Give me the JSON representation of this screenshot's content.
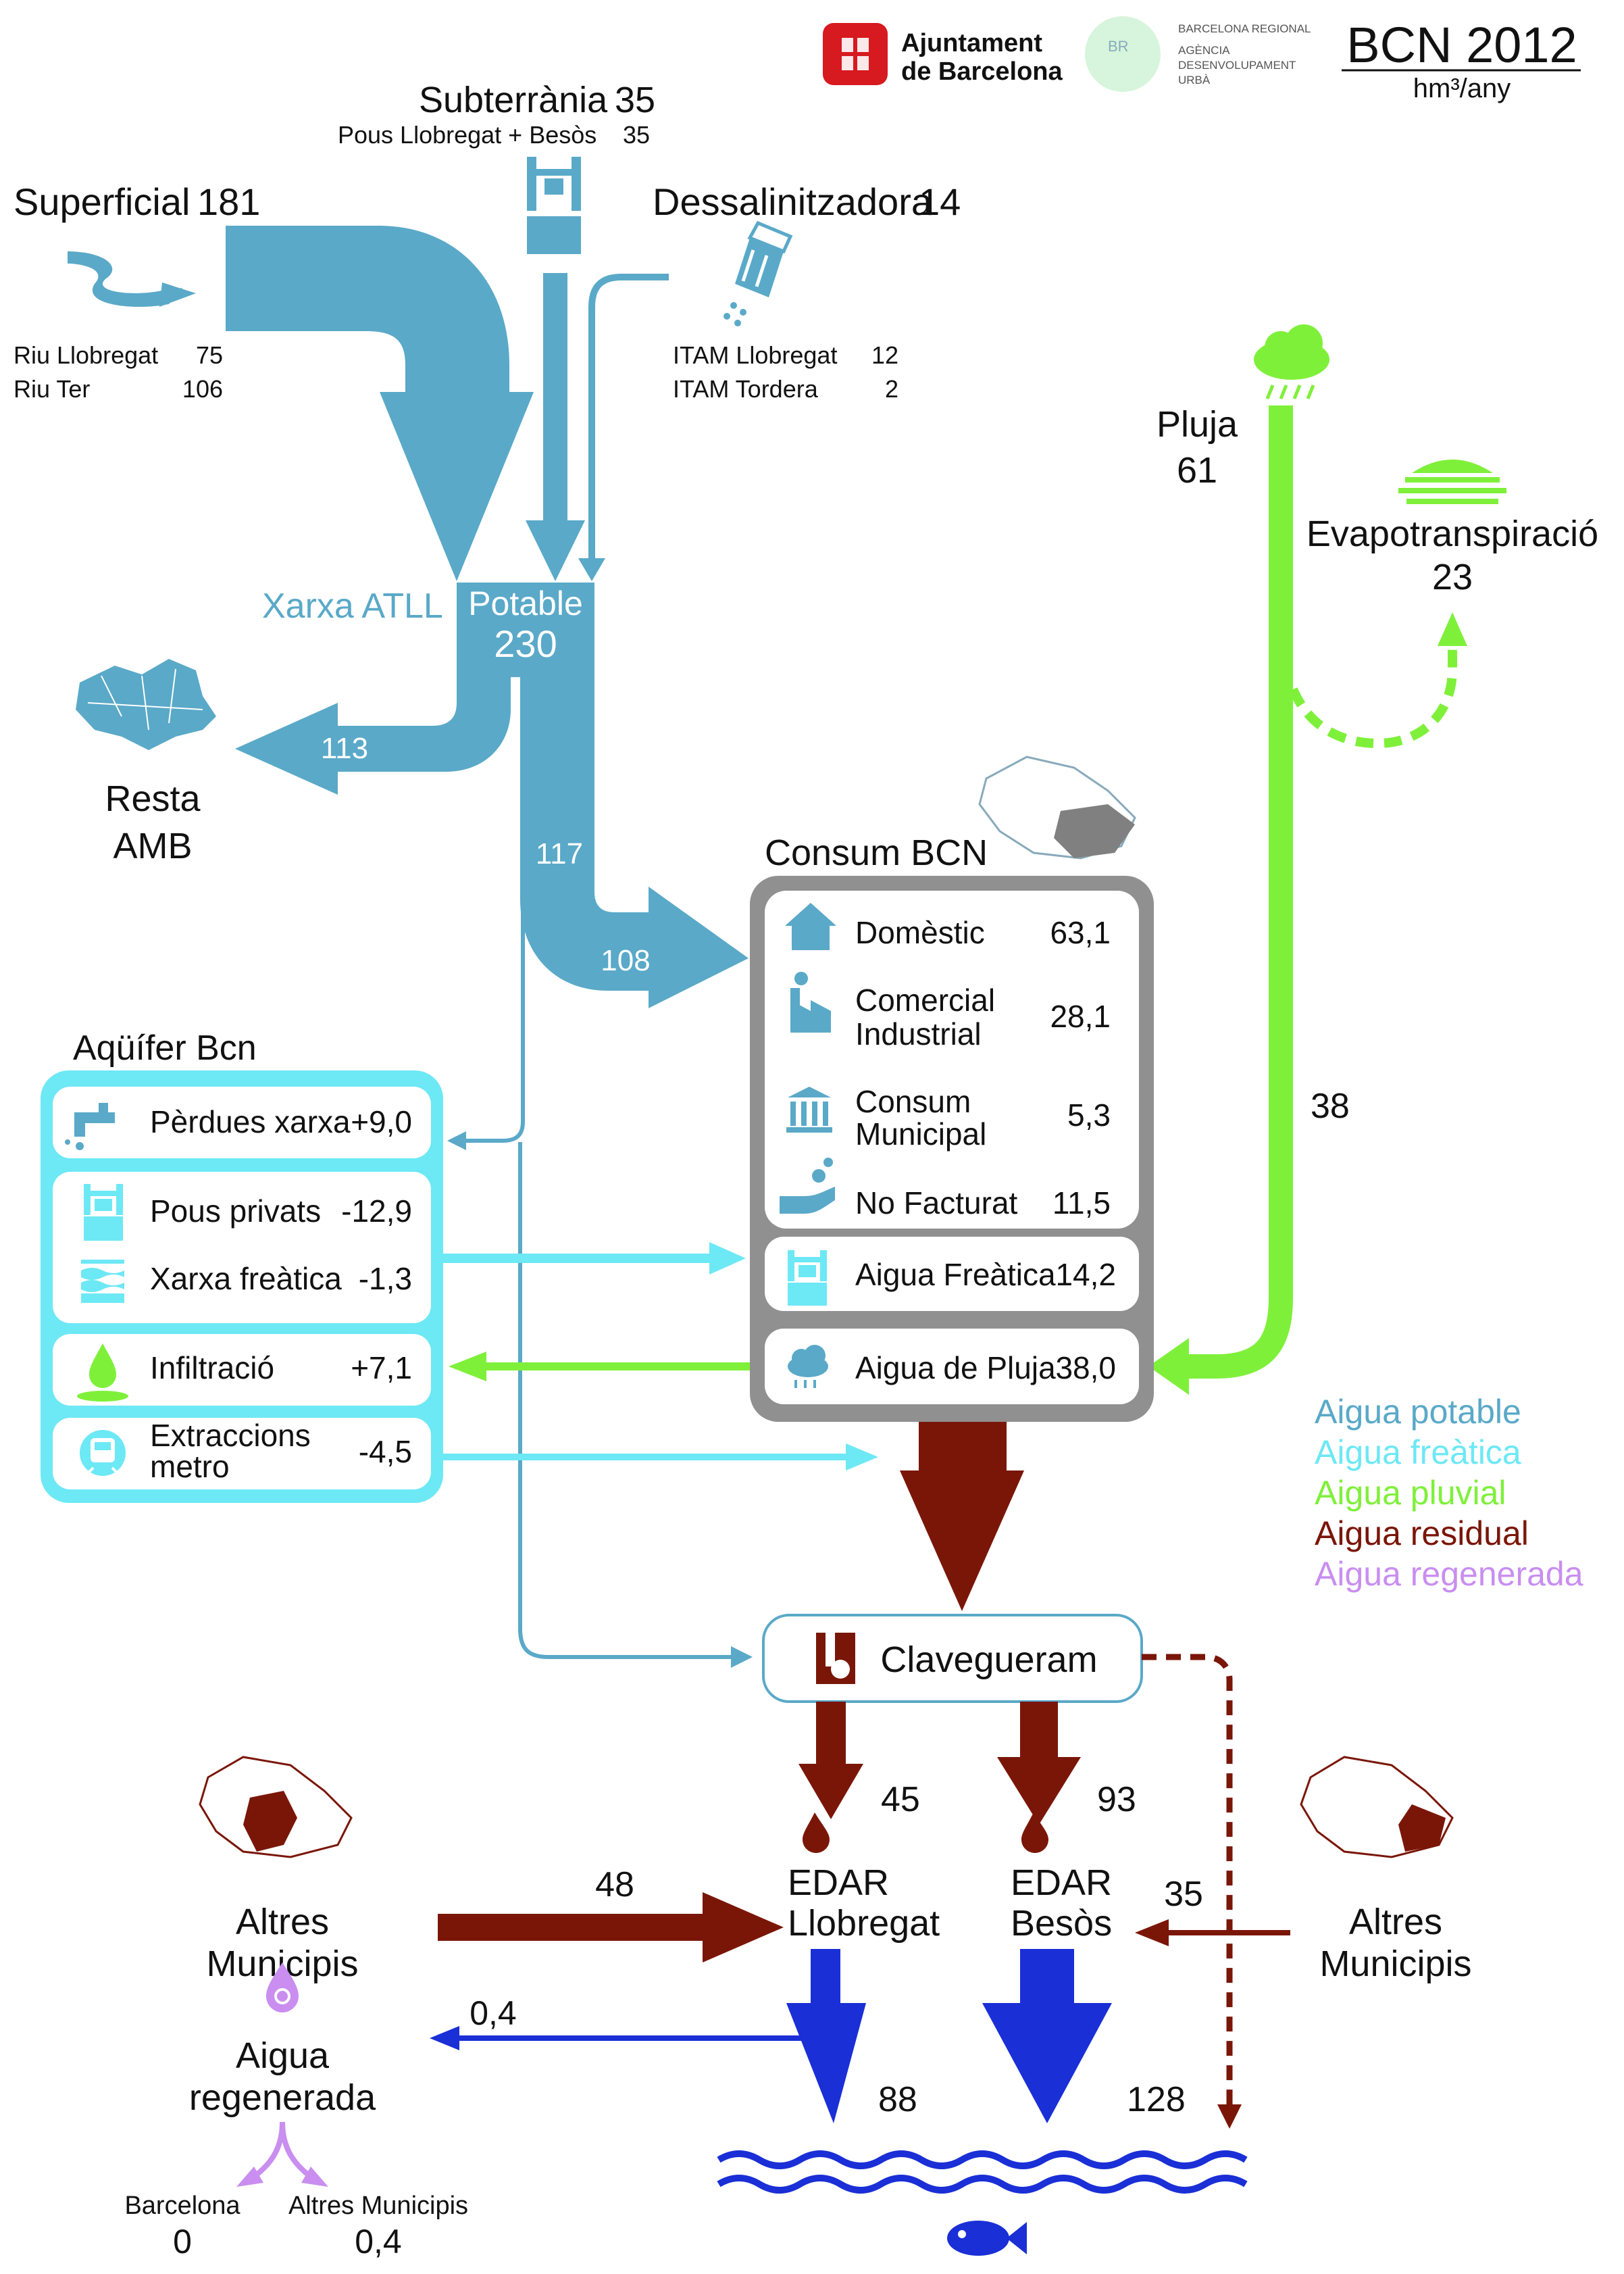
{
  "header": {
    "ajuntament_line1": "Ajuntament",
    "ajuntament_line2": "de Barcelona",
    "br_logo": "BR",
    "br_line1": "BARCELONA REGIONAL",
    "br_line2": "AGÈNCIA",
    "br_line3": "DESENVOLUPAMENT",
    "br_line4": "URBÀ",
    "title": "BCN 2012",
    "unit": "hm³/any"
  },
  "sources": {
    "subterrania_label": "Subterrània",
    "subterrania_value": "35",
    "pous_label": "Pous Llobregat + Besòs",
    "pous_value": "35",
    "superficial_label": "Superficial",
    "superficial_value": "181",
    "riu_llobregat_label": "Riu Llobregat",
    "riu_llobregat_value": "75",
    "riu_ter_label": "Riu Ter",
    "riu_ter_value": "106",
    "dessal_label": "Dessalinitzadora",
    "dessal_value": "14",
    "itam_llobregat_label": "ITAM Llobregat",
    "itam_llobregat_value": "12",
    "itam_tordera_label": "ITAM Tordera",
    "itam_tordera_value": "2"
  },
  "network": {
    "xarxa_label": "Xarxa ATLL",
    "potable_label": "Potable",
    "potable_value": "230",
    "resta_value": "113",
    "resta_line1": "Resta",
    "resta_line2": "AMB",
    "bcn_value": "117",
    "consum_value": "108"
  },
  "rain": {
    "pluja_label": "Pluja",
    "pluja_value": "61",
    "evapo_label": "Evapotranspiració",
    "evapo_value": "23",
    "to_consum_value": "38"
  },
  "consum": {
    "title": "Consum BCN",
    "domestic_label": "Domèstic",
    "domestic_value": "63,1",
    "comercial_line1": "Comercial",
    "comercial_line2": "Industrial",
    "comercial_value": "28,1",
    "municipal_line1": "Consum",
    "municipal_line2": "Municipal",
    "municipal_value": "5,3",
    "nofacturat_label": "No Facturat",
    "nofacturat_value": "11,5",
    "freatica_label": "Aigua Freàtica",
    "freatica_value": "14,2",
    "pluja_label": "Aigua de Pluja",
    "pluja_value": "38,0"
  },
  "aquifer": {
    "title": "Aqüífer Bcn",
    "perdues_label": "Pèrdues xarxa",
    "perdues_value": "+9,0",
    "pous_label": "Pous privats",
    "pous_value": "-12,9",
    "xarxa_label": "Xarxa freàtica",
    "xarxa_value": "-1,3",
    "infiltracio_label": "Infiltració",
    "infiltracio_value": "+7,1",
    "metro_line1": "Extraccions",
    "metro_line2": "metro",
    "metro_value": "-4,5"
  },
  "legend": {
    "potable": "Aigua potable",
    "freatica": "Aigua freàtica",
    "pluvial": "Aigua pluvial",
    "residual": "Aigua residual",
    "regenerada": "Aigua regenerada"
  },
  "sewer": {
    "label": "Clavegueram",
    "to_llobregat": "45",
    "to_besos": "93",
    "edar_llobregat_line1": "EDAR",
    "edar_llobregat_line2": "Llobregat",
    "edar_besos_line1": "EDAR",
    "edar_besos_line2": "Besòs",
    "altres_left_line1": "Altres",
    "altres_left_line2": "Municipis",
    "altres_left_value": "48",
    "altres_right_line1": "Altres",
    "altres_right_line2": "Municipis",
    "altres_right_value": "35",
    "regen_value": "0,4",
    "regen_line1": "Aigua",
    "regen_line2": "regenerada",
    "llobregat_out": "88",
    "besos_out": "128",
    "regen_barcelona_label": "Barcelona",
    "regen_barcelona_value": "0",
    "regen_altres_label": "Altres Municipis",
    "regen_altres_value": "0,4"
  },
  "colors": {
    "potable": "#5aa9c8",
    "freatica": "#6de8f5",
    "pluvial": "#7ff03a",
    "residual": "#7a1608",
    "regenerada": "#c98ef0",
    "regen_blue": "#1a2fd6",
    "box_grey": "#909090"
  }
}
